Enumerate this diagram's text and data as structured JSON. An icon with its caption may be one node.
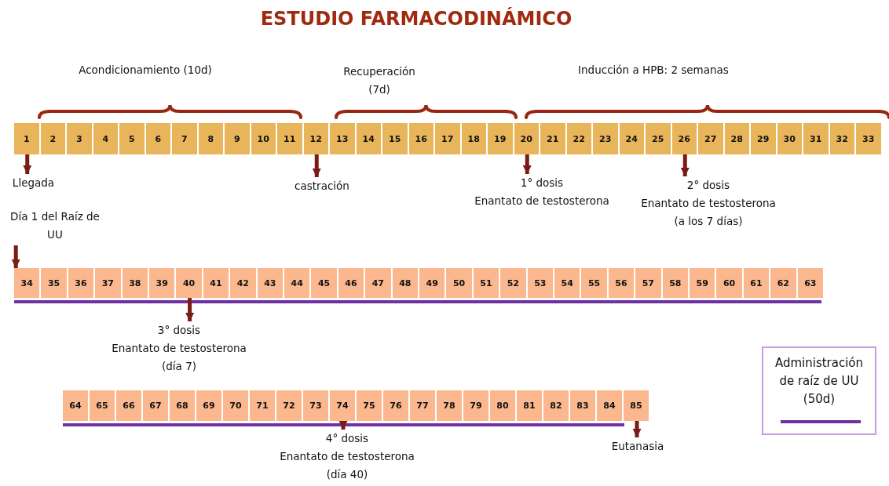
{
  "diagram": {
    "title": "ESTUDIO FARMACODINÁMICO",
    "nodes": [
      {
        "text": [
          "1"
        ]
      },
      {
        "text": [
          "2"
        ]
      },
      {
        "text": [
          "3"
        ]
      },
      {
        "text": [
          "4"
        ]
      },
      {
        "text": [
          "5"
        ]
      },
      {
        "text": [
          "6"
        ]
      },
      {
        "text": [
          "7"
        ]
      },
      {
        "text": [
          "8"
        ]
      },
      {
        "text": [
          "9"
        ]
      },
      {
        "text": [
          "10"
        ]
      },
      {
        "text": [
          "11"
        ]
      },
      {
        "text": [
          "12"
        ]
      },
      {
        "text": [
          "13"
        ]
      },
      {
        "text": [
          "14"
        ]
      },
      {
        "text": [
          "15"
        ]
      },
      {
        "text": [
          "16"
        ]
      },
      {
        "text": [
          "17"
        ]
      },
      {
        "text": [
          "18"
        ]
      },
      {
        "text": [
          "19"
        ]
      },
      {
        "text": [
          "20"
        ]
      },
      {
        "text": [
          "21"
        ]
      },
      {
        "text": [
          "22"
        ]
      },
      {
        "text": [
          "23"
        ]
      },
      {
        "text": [
          "24"
        ]
      },
      {
        "text": [
          "25"
        ]
      },
      {
        "text": [
          "26"
        ]
      },
      {
        "text": [
          "27"
        ]
      },
      {
        "text": [
          "28"
        ]
      },
      {
        "text": [
          "29"
        ]
      },
      {
        "text": [
          "30"
        ]
      },
      {
        "text": [
          "31"
        ]
      },
      {
        "text": [
          "32"
        ]
      },
      {
        "text": [
          "33"
        ]
      },
      {
        "text": [
          "34"
        ]
      },
      {
        "text": [
          "35"
        ]
      },
      {
        "text": [
          "36"
        ]
      },
      {
        "text": [
          "37"
        ]
      },
      {
        "text": [
          "38"
        ]
      },
      {
        "text": [
          "39"
        ]
      },
      {
        "text": [
          "40"
        ]
      },
      {
        "text": [
          "41"
        ]
      },
      {
        "text": [
          "42"
        ]
      },
      {
        "text": [
          "43"
        ]
      },
      {
        "text": [
          "44"
        ]
      },
      {
        "text": [
          "45"
        ]
      },
      {
        "text": [
          "46"
        ]
      },
      {
        "text": [
          "47"
        ]
      },
      {
        "text": [
          "48"
        ]
      },
      {
        "text": [
          "49"
        ]
      },
      {
        "text": [
          "50"
        ]
      },
      {
        "text": [
          "51"
        ]
      },
      {
        "text": [
          "52"
        ]
      },
      {
        "text": [
          "53"
        ]
      },
      {
        "text": [
          "54"
        ]
      },
      {
        "text": [
          "55"
        ]
      },
      {
        "text": [
          "56"
        ]
      },
      {
        "text": [
          "57"
        ]
      },
      {
        "text": [
          "58"
        ]
      },
      {
        "text": [
          "59"
        ]
      },
      {
        "text": [
          "60"
        ]
      },
      {
        "text": [
          "61"
        ]
      },
      {
        "text": [
          "62"
        ]
      },
      {
        "text": [
          "63"
        ]
      },
      {
        "text": [
          "64"
        ]
      },
      {
        "text": [
          "65"
        ]
      },
      {
        "text": [
          "66"
        ]
      },
      {
        "text": [
          "67"
        ]
      },
      {
        "text": [
          "68"
        ]
      },
      {
        "text": [
          "69"
        ]
      },
      {
        "text": [
          "70"
        ]
      },
      {
        "text": [
          "71"
        ]
      },
      {
        "text": [
          "72"
        ]
      },
      {
        "text": [
          "73"
        ]
      },
      {
        "text": [
          "74"
        ]
      },
      {
        "text": [
          "75"
        ]
      },
      {
        "text": [
          "76"
        ]
      },
      {
        "text": [
          "77"
        ]
      },
      {
        "text": [
          "78"
        ]
      },
      {
        "text": [
          "79"
        ]
      },
      {
        "text": [
          "80"
        ]
      },
      {
        "text": [
          "81"
        ]
      },
      {
        "text": [
          "82"
        ]
      },
      {
        "text": [
          "83"
        ]
      },
      {
        "text": [
          "84"
        ]
      },
      {
        "text": [
          "85"
        ]
      },
      {
        "text": [
          "Llegada"
        ]
      },
      {
        "text": [
          "castración"
        ]
      },
      {
        "text": [
          "1° dosis",
          "Enantato de testosterona"
        ]
      },
      {
        "text": [
          "2° dosis",
          "Enantato de testosterona",
          "(a los 7 días)"
        ]
      },
      {
        "text": [
          "Día 1 del Raíz de UU"
        ]
      },
      {
        "text": [
          "3° dosis",
          "Enantato de testosterona",
          "(día 7)"
        ]
      },
      {
        "text": [
          "4° dosis",
          "Enantato de testosterona",
          "(día 40)"
        ]
      },
      {
        "text": [
          "Eutanasia"
        ]
      }
    ],
    "edges": [
      {
        "from": 0,
        "to": 85,
        "arrow": "to"
      },
      {
        "from": 11,
        "to": 86,
        "arrow": "to"
      },
      {
        "from": 19,
        "to": 87,
        "arrow": "to"
      },
      {
        "from": 25,
        "to": 88,
        "arrow": "to"
      },
      {
        "from": 89,
        "to": 33,
        "arrow": "to"
      },
      {
        "from": 39,
        "to": 90,
        "arrow": "to"
      },
      {
        "from": 73,
        "to": 91,
        "arrow": "to"
      },
      {
        "from": 84,
        "to": 92,
        "arrow": "to"
      }
    ],
    "labels": [
      "Acondicionamiento (10d)",
      "Recuperación (7d)",
      "Inducción a HPB: 2 semanas"
    ],
    "legend": [
      {
        "text": "Administración de raíz de UU (50d)"
      }
    ]
  }
}
